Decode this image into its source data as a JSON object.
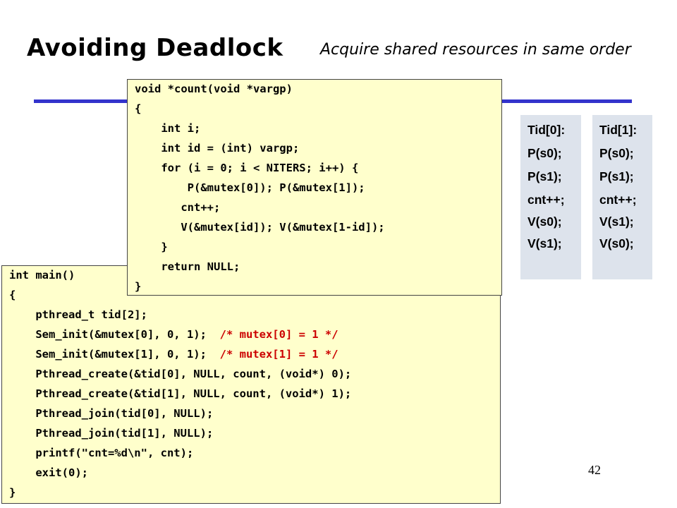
{
  "slide": {
    "title": "Avoiding Deadlock",
    "subtitle": "Acquire shared resources in same order",
    "page_number": "42",
    "rule_color": "#3333cc"
  },
  "main_code": {
    "lines": [
      {
        "code": "int main()"
      },
      {
        "code": "{"
      },
      {
        "code": "    pthread_t tid[2];"
      },
      {
        "code": "    Sem_init(&mutex[0], 0, 1);  ",
        "comment": "/* mutex[0] = 1 */"
      },
      {
        "code": "    Sem_init(&mutex[1], 0, 1);  ",
        "comment": "/* mutex[1] = 1 */"
      },
      {
        "code": "    Pthread_create(&tid[0], NULL, count, (void*) 0);"
      },
      {
        "code": "    Pthread_create(&tid[1], NULL, count, (void*) 1);"
      },
      {
        "code": "    Pthread_join(tid[0], NULL);"
      },
      {
        "code": "    Pthread_join(tid[1], NULL);"
      },
      {
        "code": "    printf(\"cnt=%d\\n\", cnt);"
      },
      {
        "code": "    exit(0);"
      },
      {
        "code": "}"
      }
    ]
  },
  "count_code": {
    "lines": [
      {
        "code": "void *count(void *vargp)"
      },
      {
        "code": "{"
      },
      {
        "code": "    int i;"
      },
      {
        "code": "    int id = (int) vargp;"
      },
      {
        "code": "    for (i = 0; i < NITERS; i++) {"
      },
      {
        "code": "        P(&mutex[0]); P(&mutex[1]);"
      },
      {
        "code": "       cnt++;"
      },
      {
        "code": "       V(&mutex[id]); V(&mutex[1-id]);"
      },
      {
        "code": "    }"
      },
      {
        "code": "    return NULL;"
      },
      {
        "code": "}"
      }
    ]
  },
  "threads": [
    {
      "header": "Tid[0]:",
      "ops": [
        "P(s0);",
        "P(s1);",
        "cnt++;",
        "V(s0);",
        "V(s1);"
      ]
    },
    {
      "header": "Tid[1]:",
      "ops": [
        "P(s0);",
        "P(s1);",
        "cnt++;",
        "V(s1);",
        "V(s0);"
      ]
    }
  ],
  "colors": {
    "code_background": "#ffffcc",
    "comment": "#cc0000",
    "thread_panel_background": "#dde3ec"
  }
}
